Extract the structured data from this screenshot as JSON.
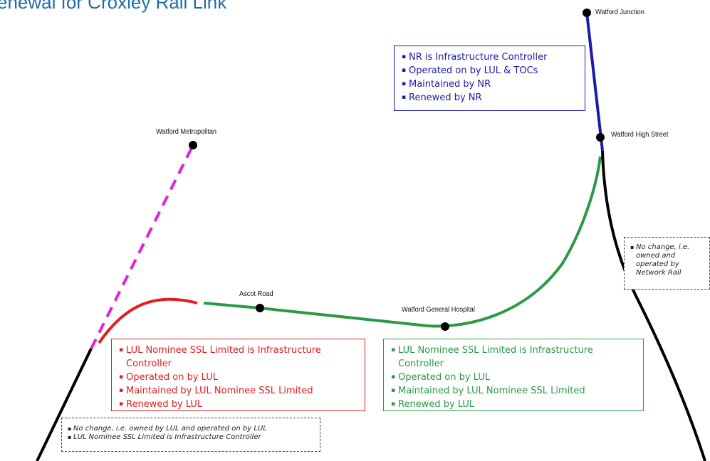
{
  "title": "enewal for Croxley Rail Link",
  "colors": {
    "nr_blue": "#1a1aa8",
    "lul_red": "#e02020",
    "ssl_green": "#2a9a46",
    "metropolitan_magenta": "#e020e0",
    "existing_black": "#000000",
    "title_blue": "#1f6fa5"
  },
  "stations": {
    "watford_junction": "Watford Junction",
    "watford_metropolitan": "Watford Metropolitan",
    "watford_high_street": "Watford High Street",
    "ascot_road": "Ascot Road",
    "watford_general_hospital": "Watford General Hospital"
  },
  "nr_box": [
    "NR is Infrastructure Controller",
    "Operated on by LUL & TOCs",
    "Maintained by NR",
    "Renewed by NR"
  ],
  "lul_box": [
    " LUL Nominee SSL Limited is Infrastructure Controller",
    "Operated on by LUL",
    "Maintained by LUL Nominee SSL Limited",
    "Renewed by LUL"
  ],
  "ssl_box": [
    "LUL Nominee SSL Limited is Infrastructure Controller",
    "Operated on by LUL",
    "Maintained by LUL Nominee SSL Limited",
    "Renewed by LUL"
  ],
  "network_rail_note": "No change, i.e. owned and operated by Network Rail",
  "lul_note": [
    "No change, i.e. owned by LUL and operated on by LUL",
    "LUL Nominee SSL Limited is Infrastructure Controller"
  ]
}
